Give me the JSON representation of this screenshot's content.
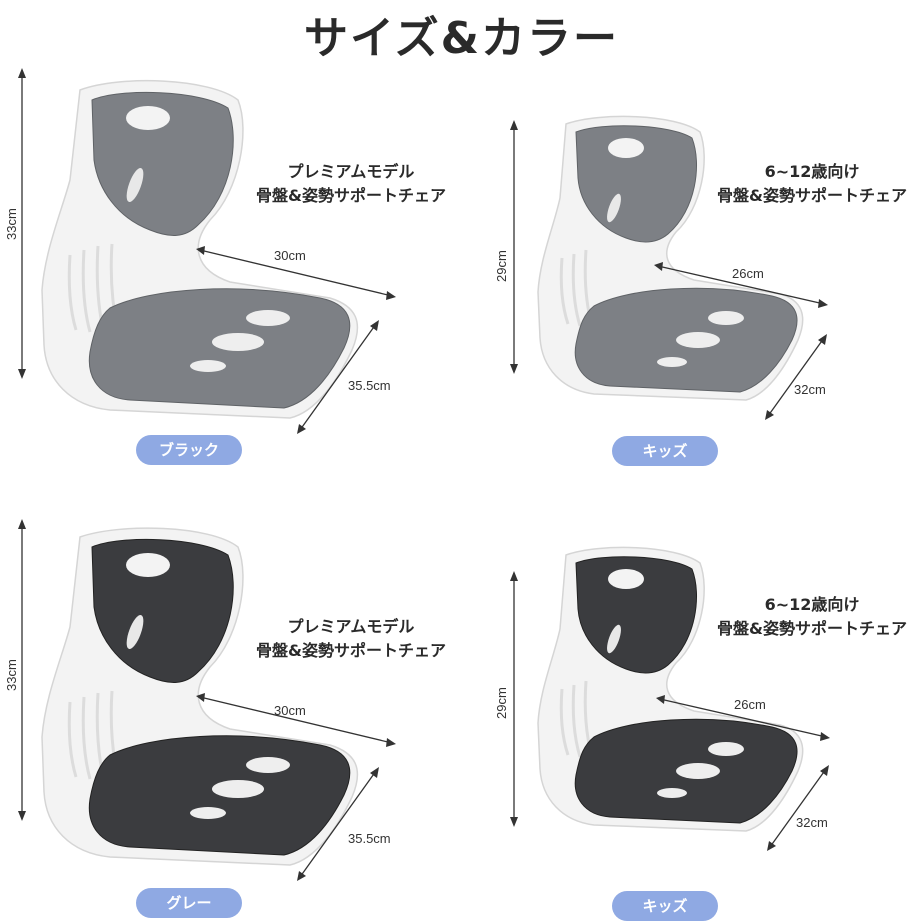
{
  "heading": "サイズ&カラー",
  "colors": {
    "accent_pill": "#8fa9e3",
    "seat_black": "#7a7d82",
    "seat_gray": "#3b3c3f",
    "frame": "#f1f1f1"
  },
  "panels": [
    {
      "id": "top-left",
      "height_label": "33cm",
      "width_label": "30cm",
      "depth_label": "35.5cm",
      "caption_line1": "プレミアムモデル",
      "caption_line2": "骨盤&姿勢サポートチェア",
      "badge": "ブラック",
      "tone": "light"
    },
    {
      "id": "top-right",
      "height_label": "29cm",
      "width_label": "26cm",
      "depth_label": "32cm",
      "caption_line1": "6~12歳向け",
      "caption_line2": "骨盤&姿勢サポートチェア",
      "badge": "キッズ",
      "tone": "light"
    },
    {
      "id": "bottom-left",
      "height_label": "33cm",
      "width_label": "30cm",
      "depth_label": "35.5cm",
      "caption_line1": "プレミアムモデル",
      "caption_line2": "骨盤&姿勢サポートチェア",
      "badge": "グレー",
      "tone": "dark"
    },
    {
      "id": "bottom-right",
      "height_label": "29cm",
      "width_label": "26cm",
      "depth_label": "32cm",
      "caption_line1": "6~12歳向け",
      "caption_line2": "骨盤&姿勢サポートチェア",
      "badge": "キッズ",
      "tone": "dark"
    }
  ]
}
